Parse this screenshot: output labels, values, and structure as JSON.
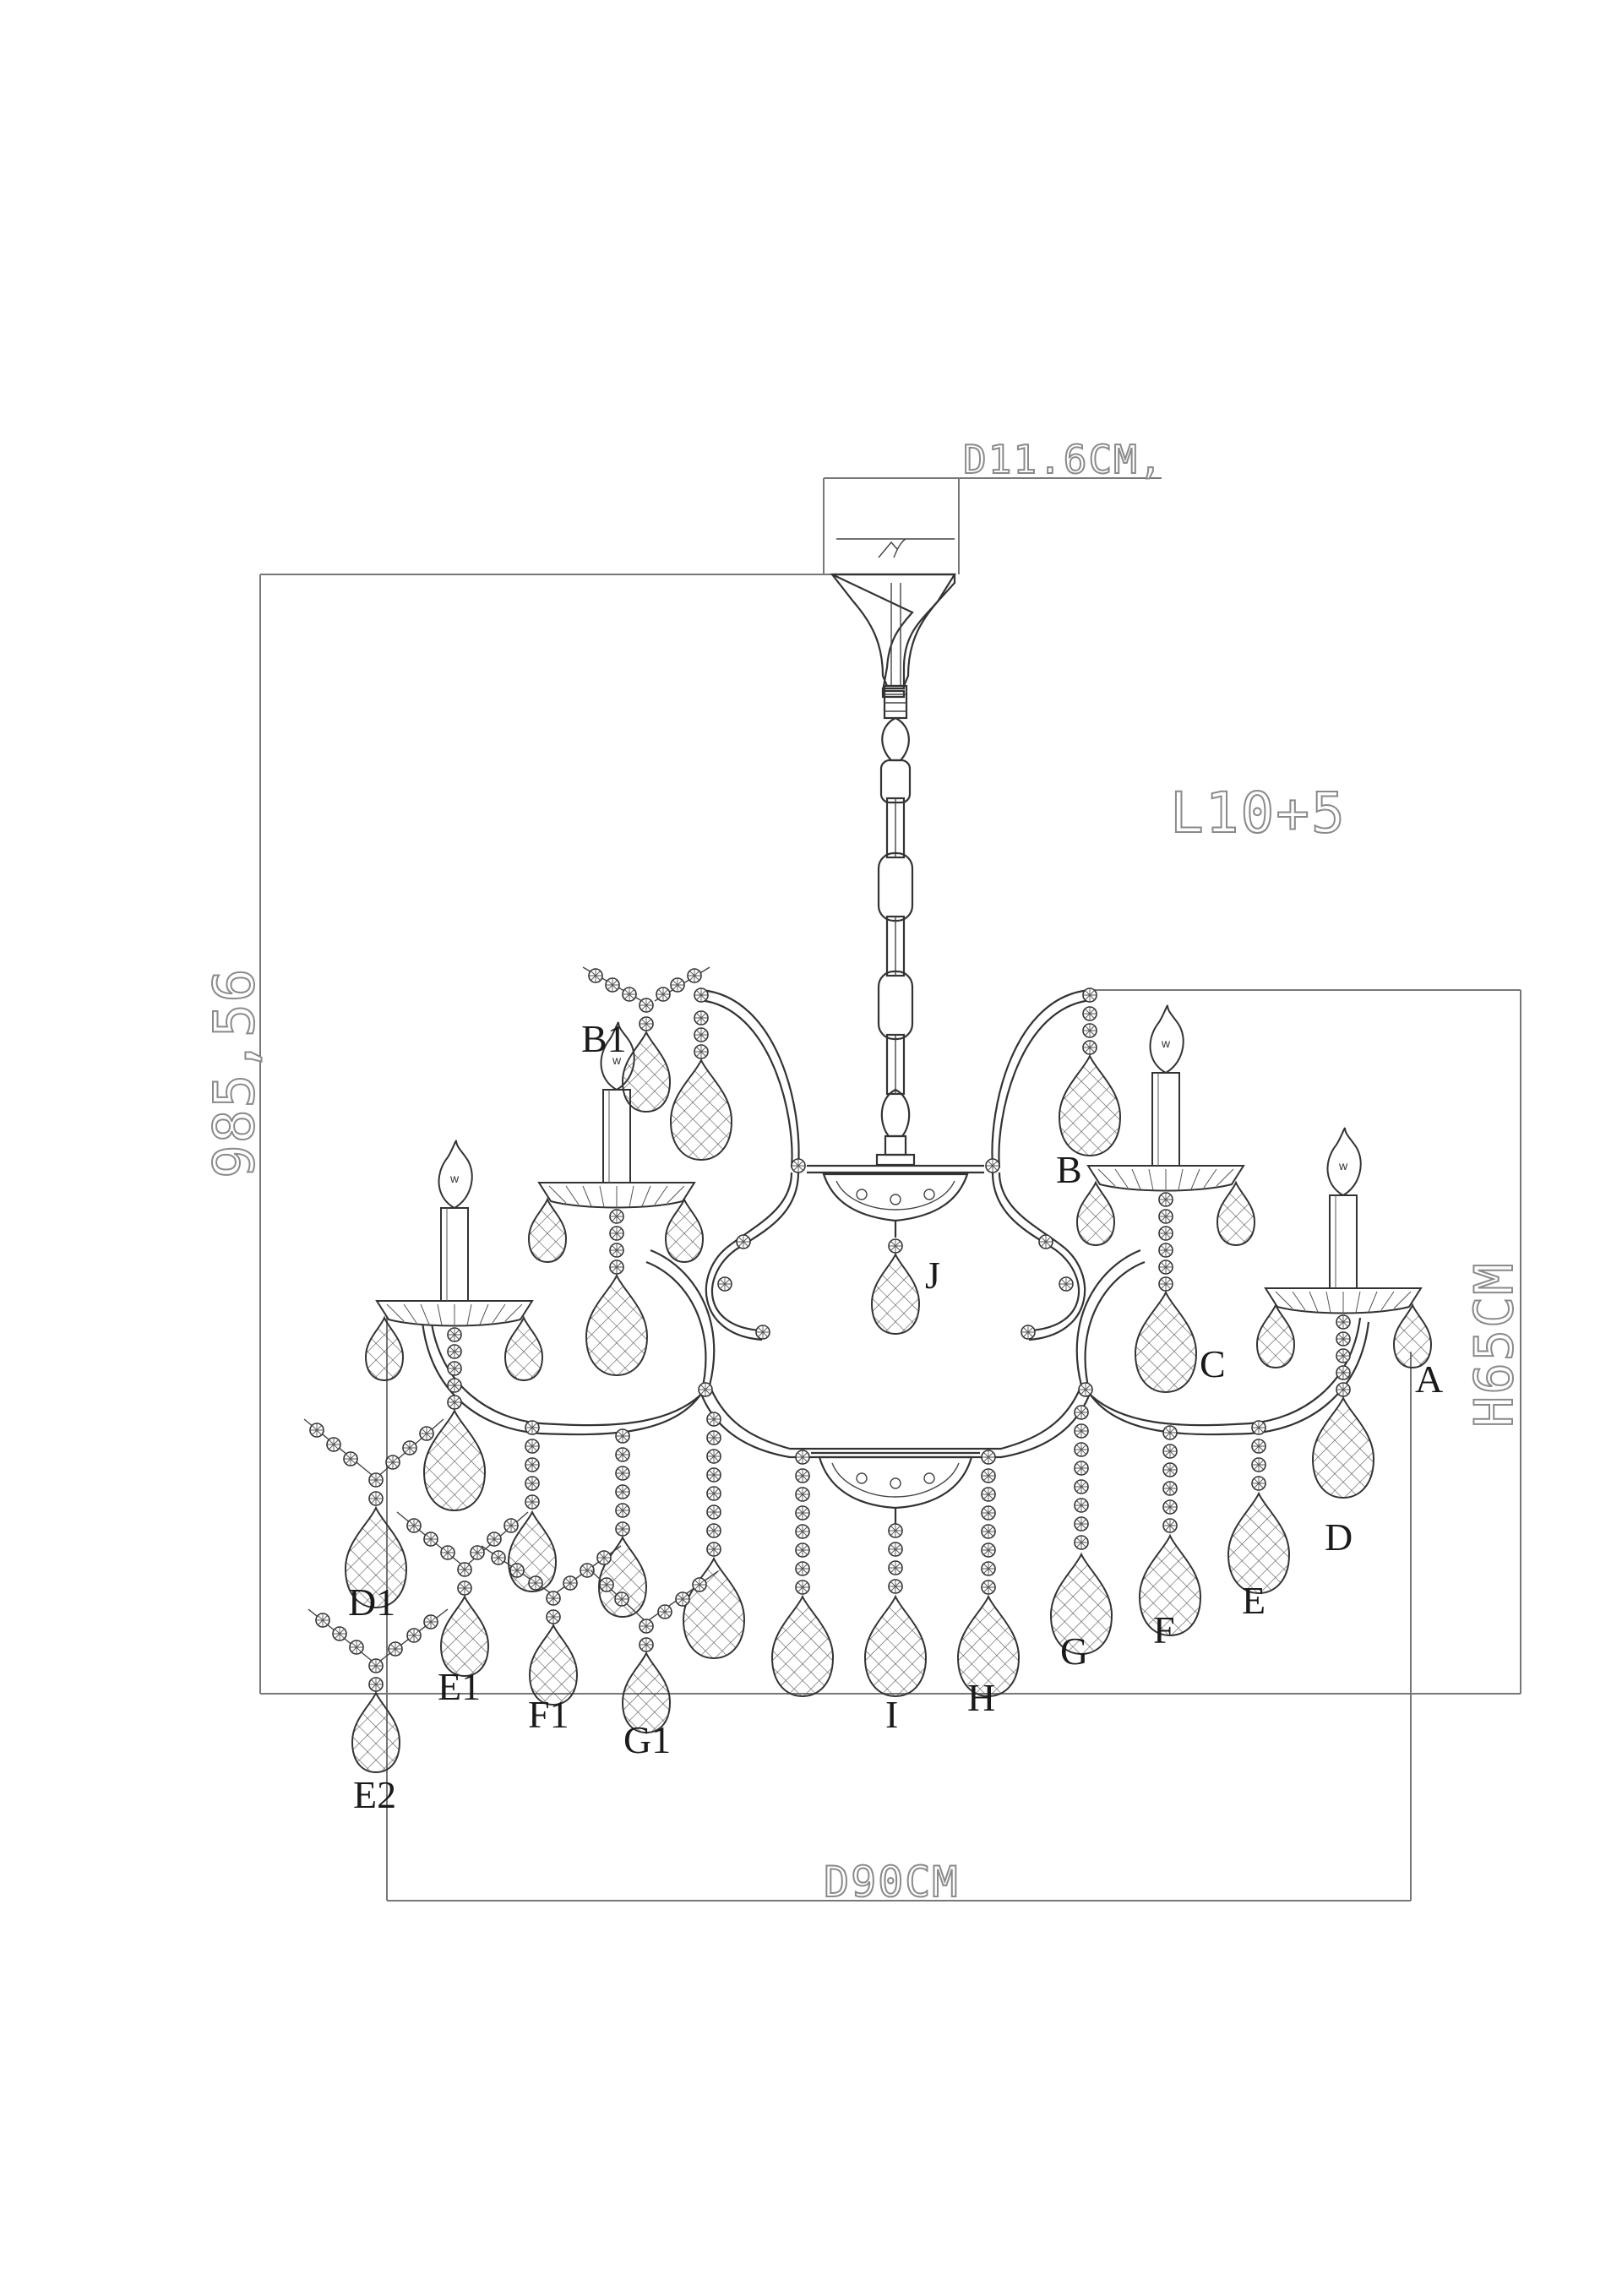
{
  "drawing": {
    "dimensions": {
      "canopy_diameter": "D11.6CM,",
      "chain_length": "L10+5",
      "total_height": "985,56",
      "body_height": "H65CM",
      "diameter": "D90CM"
    },
    "crystal_labels": {
      "a": "A",
      "b": "B",
      "c": "C",
      "d": "D",
      "e": "E",
      "f": "F",
      "g": "G",
      "h": "H",
      "i": "I",
      "j": "J",
      "b1": "B1",
      "d1": "D1",
      "e1": "E1",
      "e2": "E2",
      "f1": "F1",
      "g1": "G1"
    },
    "colors": {
      "line": "#333333",
      "dimension": "#8a8a8a",
      "background": "#ffffff"
    }
  }
}
